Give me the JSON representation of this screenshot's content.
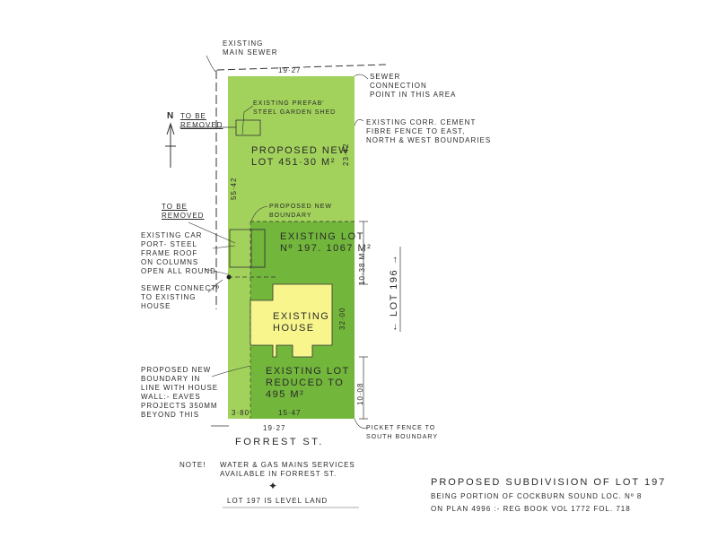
{
  "colors": {
    "lot_light": "#a2d25c",
    "lot_dark": "#72b63c",
    "house": "#f7f58c",
    "ink": "#2a2a2a"
  },
  "labels": {
    "main_sewer": [
      "EXISTING",
      "MAIN SEWER"
    ],
    "top_dim": "19·27",
    "sewer_connection": [
      "SEWER",
      "CONNECTION",
      "POINT IN THIS AREA"
    ],
    "shed": [
      "EXISTING PREFAB'",
      "STEEL GARDEN SHED"
    ],
    "north": "N",
    "shed_remove": [
      "TO BE",
      "REMOVED"
    ],
    "fence": [
      "EXISTING CORR. CEMENT",
      "FIBRE FENCE TO EAST,",
      "NORTH & WEST BOUNDARIES"
    ],
    "new_lot": [
      "PROPOSED NEW",
      "LOT 451·30 M²"
    ],
    "east_top_dim": "23·42",
    "west_dim": "55·42",
    "proposed_boundary": [
      "PROPOSED NEW",
      "BOUNDARY"
    ],
    "carport_remove": [
      "TO BE",
      "REMOVED"
    ],
    "carport": [
      "EXISTING CAR",
      "PORT- STEEL",
      "FRAME ROOF",
      "ON COLUMNS",
      "OPEN ALL ROUND"
    ],
    "existing_lot": [
      "EXISTING LOT",
      "Nº 197. 1067 M²"
    ],
    "dim_1038": "10·38 M.",
    "lot_196": "← LOT 196 →",
    "sewer_house": [
      "SEWER CONNECTº",
      "TO EXISTING",
      "HOUSE"
    ],
    "house": [
      "EXISTING",
      "HOUSE"
    ],
    "dim_3200": "32·00",
    "boundary_house": [
      "PROPOSED NEW",
      "BOUNDARY IN",
      "LINE WITH HOUSE",
      "WALL:- EAVES",
      "PROJECTS 350MM",
      "BEYOND THIS"
    ],
    "reduced_lot": [
      "EXISTING LOT",
      "REDUCED TO",
      "495 M²"
    ],
    "dim_1008": "10·08",
    "dim_380": "3·80",
    "dim_1547": "15·47",
    "bottom_dim": "19·27",
    "picket": [
      "PICKET FENCE TO",
      "SOUTH BOUNDARY"
    ],
    "street": "FORREST ST.",
    "note_label": "NOTE!",
    "note": [
      "WATER & GAS MAINS SERVICES",
      "AVAILABLE IN FORREST ST."
    ],
    "level": "LOT 197 IS LEVEL LAND",
    "title": [
      "PROPOSED SUBDIVISION OF LOT 197",
      "BEING PORTION OF COCKBURN SOUND LOC. Nº 8",
      "ON PLAN 4996 :- REG BOOK VOL 1772 FOL. 718"
    ]
  }
}
